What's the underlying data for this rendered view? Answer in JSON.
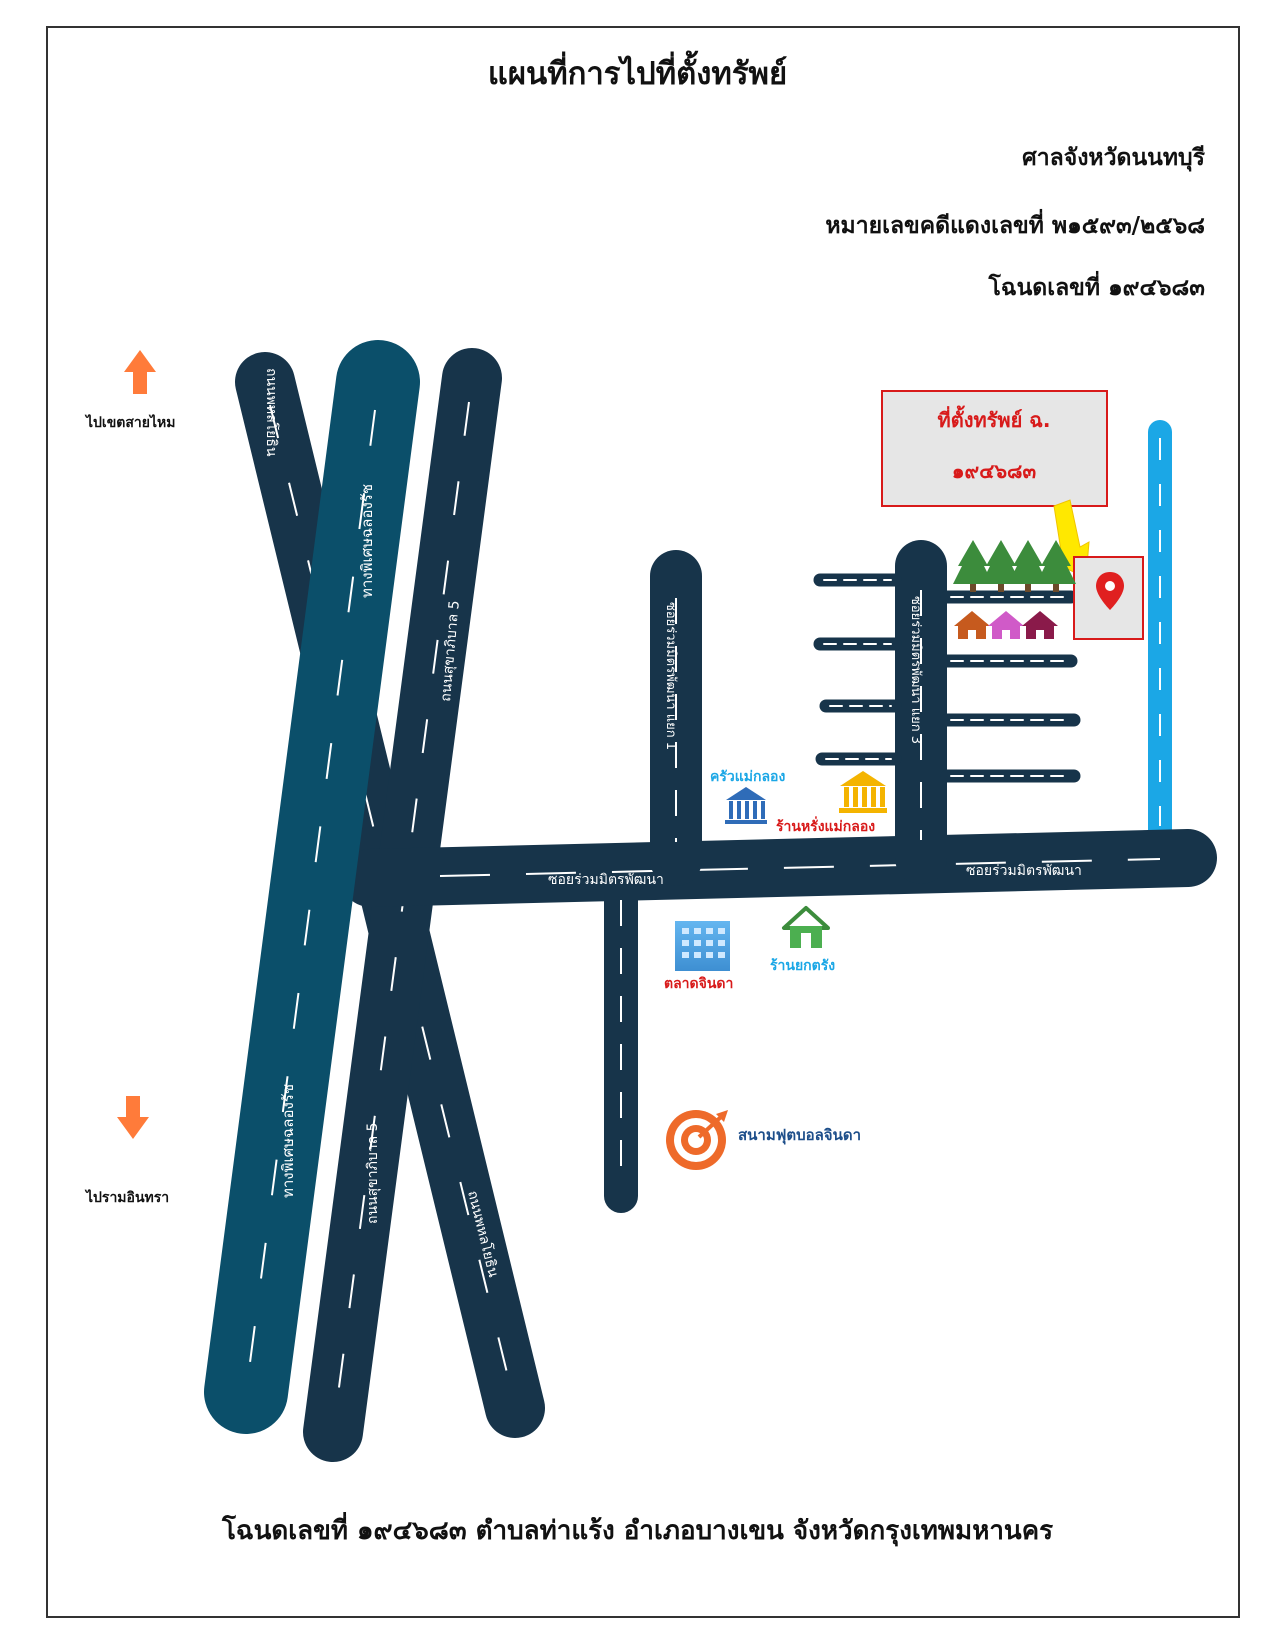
{
  "title": "แผนที่การไปที่ตั้งทรัพย์",
  "header": {
    "court": "ศาลจังหวัดนนทบุรี",
    "case_no": "หมายเลขคดีแดงเลขที่ พ๑๕๙๓/๒๕๖๘",
    "deed_no": "โฉนดเลขที่ ๑๙๔๖๘๓"
  },
  "directions": {
    "north": "ไปเขตสายไหม",
    "south": "ไปรามอินทรา"
  },
  "roads": {
    "phahonyothin_top": "ถนนพหลโยธิน",
    "phahonyothin_bottom": "ถนนพหลโยธิน",
    "expressway_top": "ทางพิเศษฉลองรัช",
    "expressway_bottom": "ทางพิเศษฉลองรัช",
    "sukhaphiban_top": "ถนนสุขาภิบาล 5",
    "sukhaphiban_bottom": "ถนนสุขาภิบาล 5",
    "soi_ruam_left": "ซอยร่วมมิตรพัฒนา",
    "soi_ruam_right": "ซอยร่วมมิตรพัฒนา",
    "soi_side_1": "ซอยร่วมมิตรพัฒนา แยก 1",
    "soi_side_2": "ซอยร่วมมิตรพัฒนา แยก 3"
  },
  "property_callout": {
    "line1": "ที่ตั้งทรัพย์ ฉ.",
    "line2": "๑๙๔๖๘๓"
  },
  "landmarks": {
    "restaurant": "ครัวแม่กลอง",
    "shop": "ร้านหรั่งแม่กลอง",
    "market": "ตลาดจินดา",
    "food_shop": "ร้านยกตรัง",
    "football": "สนามฟุตบอลจินดา"
  },
  "footer": "โฉนดเลขที่ ๑๙๔๖๘๓   ตำบลท่าแร้ง  อำเภอบางเขน   จังหวัดกรุงเทพมหานคร",
  "colors": {
    "road_dark": "#17344a",
    "expressway": "#0b4f6a",
    "canal": "#1ba7e6",
    "callout_text": "#d81a1a",
    "callout_bg": "#e6e6e6",
    "arrow": "#ff7b3a",
    "pointer": "#ffe800"
  }
}
